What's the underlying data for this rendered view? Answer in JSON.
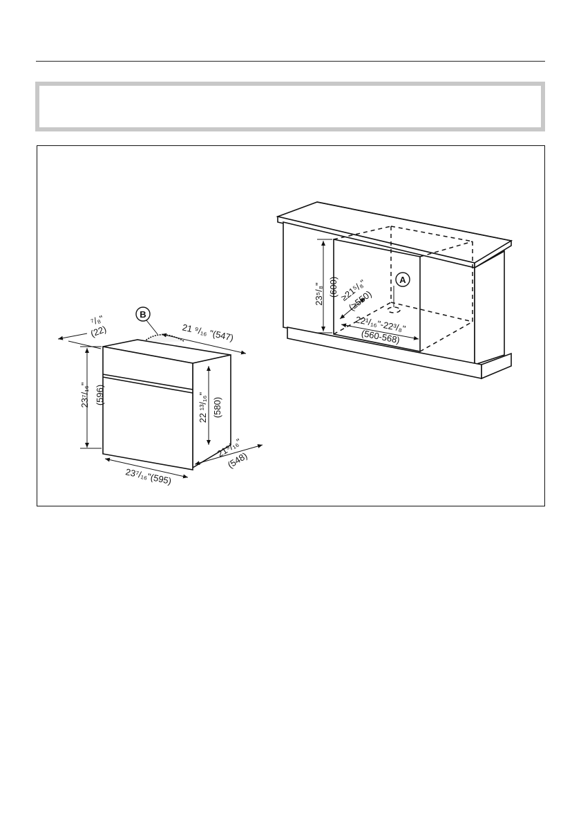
{
  "labels": {
    "callout_a": "A",
    "callout_b": "B"
  },
  "oven": {
    "top_depth": "⁷/₈\"",
    "top_depth_mm": "(22)",
    "side_depth": "21 ⁹/₁₆ \"(547)",
    "front_height": "23⁷/₁₆\"",
    "front_height_mm": "(596)",
    "body_height": "22 ¹³/₁₆\"",
    "body_height_mm": "(580)",
    "front_width": "23⁷/₁₆\"(595)",
    "body_depth": "21⁹/₁₆\"",
    "body_depth_mm": "(548)"
  },
  "niche": {
    "height": "23⁵/₈\"",
    "height_mm": "(600)",
    "depth": "≥21⁵/₈\"",
    "depth_mm": "(≥550)",
    "width": "22¹/₁₆\"-22³/₈\"",
    "width_mm": "(560-568)"
  }
}
